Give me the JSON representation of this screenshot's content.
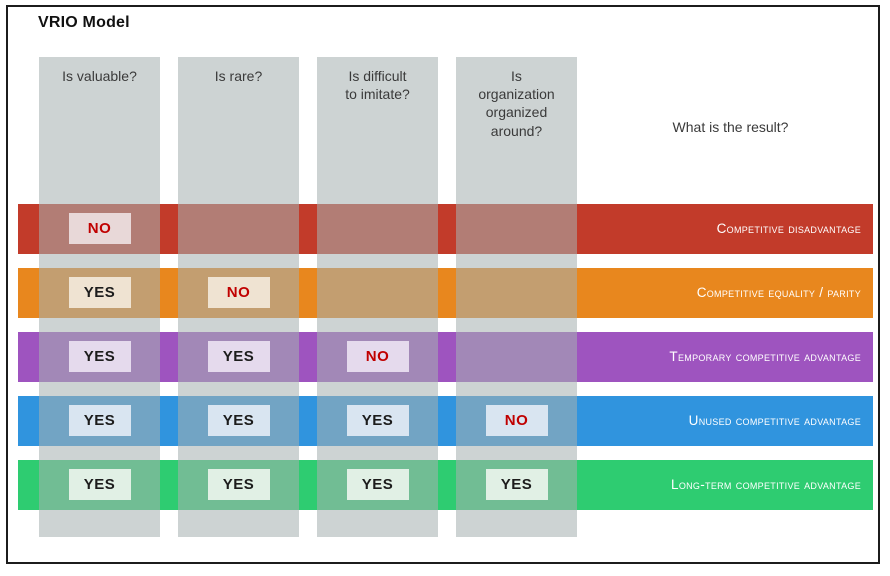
{
  "title": "VRIO Model",
  "result_header": "What is the result?",
  "columns": [
    {
      "question": "Is valuable?"
    },
    {
      "question": "Is rare?"
    },
    {
      "question": "Is difficult\nto imitate?"
    },
    {
      "question": "Is\norganization\norganized\naround?"
    }
  ],
  "rows": [
    {
      "answers": [
        "NO",
        null,
        null,
        null
      ],
      "result": "Competitive disadvantage",
      "band_color": "#c23b2a",
      "badge_bg": "#e8d8d8"
    },
    {
      "answers": [
        "YES",
        "NO",
        null,
        null
      ],
      "result": "Competitive equality / parity",
      "band_color": "#e8871e",
      "badge_bg": "#efe3d2"
    },
    {
      "answers": [
        "YES",
        "YES",
        "NO",
        null
      ],
      "result": "Temporary competitive advantage",
      "band_color": "#9e54bf",
      "badge_bg": "#e5daed"
    },
    {
      "answers": [
        "YES",
        "YES",
        "YES",
        "NO"
      ],
      "result": "Unused competitive advantage",
      "band_color": "#3094de",
      "badge_bg": "#d9e5f1"
    },
    {
      "answers": [
        "YES",
        "YES",
        "YES",
        "YES"
      ],
      "result": "Long-term competitive advantage",
      "band_color": "#2ecc71",
      "badge_bg": "#e1f0e5"
    }
  ],
  "colors": {
    "column_overlay": "rgba(165,176,176,0.56)",
    "frame_border": "#1c1c1c",
    "yes_text": "#1c1c1c",
    "no_text": "#c00000",
    "result_text": "#ffffff",
    "header_text": "#3a3a3a"
  }
}
